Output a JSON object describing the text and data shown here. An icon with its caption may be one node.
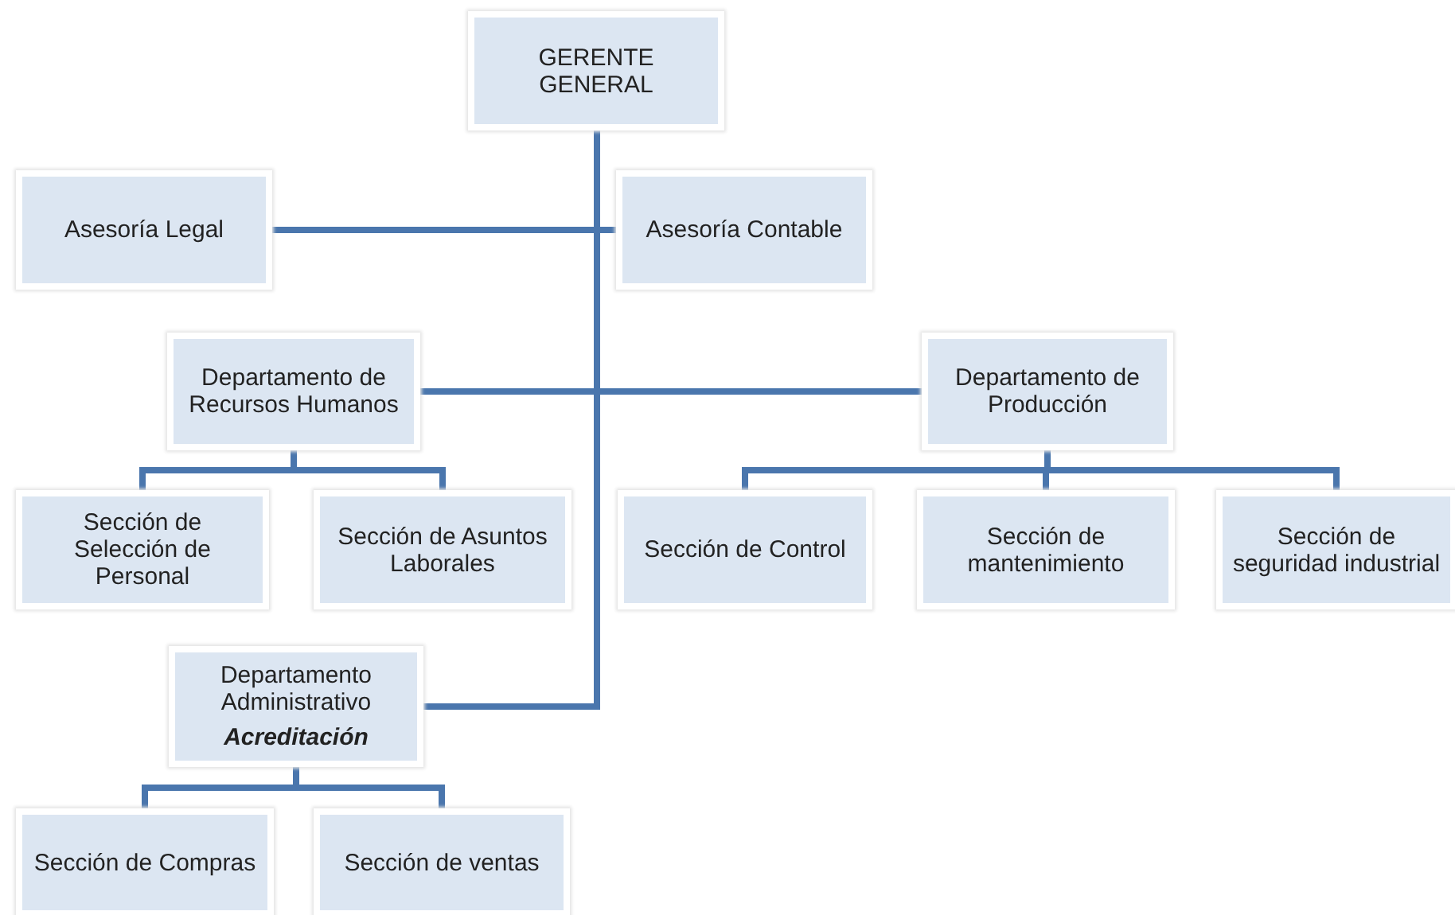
{
  "diagram": {
    "nodes": [
      {
        "text": [
          "GERENTE GENERAL"
        ]
      },
      {
        "text": [
          "Asesoría Legal"
        ]
      },
      {
        "text": [
          "Asesoría Contable"
        ]
      },
      {
        "text": [
          "Departamento de Recursos Humanos"
        ]
      },
      {
        "text": [
          "Departamento de Producción"
        ]
      },
      {
        "text": [
          "Sección de Selección de Personal"
        ]
      },
      {
        "text": [
          "Sección de Asuntos Laborales"
        ]
      },
      {
        "text": [
          "Sección de Control"
        ]
      },
      {
        "text": [
          "Sección de mantenimiento"
        ]
      },
      {
        "text": [
          "Sección de seguridad industrial"
        ]
      },
      {
        "text": [
          "Departamento Administrativo",
          "Acreditación"
        ]
      },
      {
        "text": [
          "Sección de Compras"
        ]
      },
      {
        "text": [
          "Sección de ventas"
        ]
      }
    ],
    "edges": [
      {
        "from": 0,
        "to": 1,
        "arrow": "none"
      },
      {
        "from": 0,
        "to": 2,
        "arrow": "none"
      },
      {
        "from": 0,
        "to": 3,
        "arrow": "none"
      },
      {
        "from": 0,
        "to": 4,
        "arrow": "none"
      },
      {
        "from": 0,
        "to": 10,
        "arrow": "none"
      },
      {
        "from": 3,
        "to": 5,
        "arrow": "none"
      },
      {
        "from": 3,
        "to": 6,
        "arrow": "none"
      },
      {
        "from": 4,
        "to": 7,
        "arrow": "none"
      },
      {
        "from": 4,
        "to": 8,
        "arrow": "none"
      },
      {
        "from": 4,
        "to": 9,
        "arrow": "none"
      },
      {
        "from": 10,
        "to": 11,
        "arrow": "none"
      },
      {
        "from": 10,
        "to": 12,
        "arrow": "none"
      }
    ]
  }
}
